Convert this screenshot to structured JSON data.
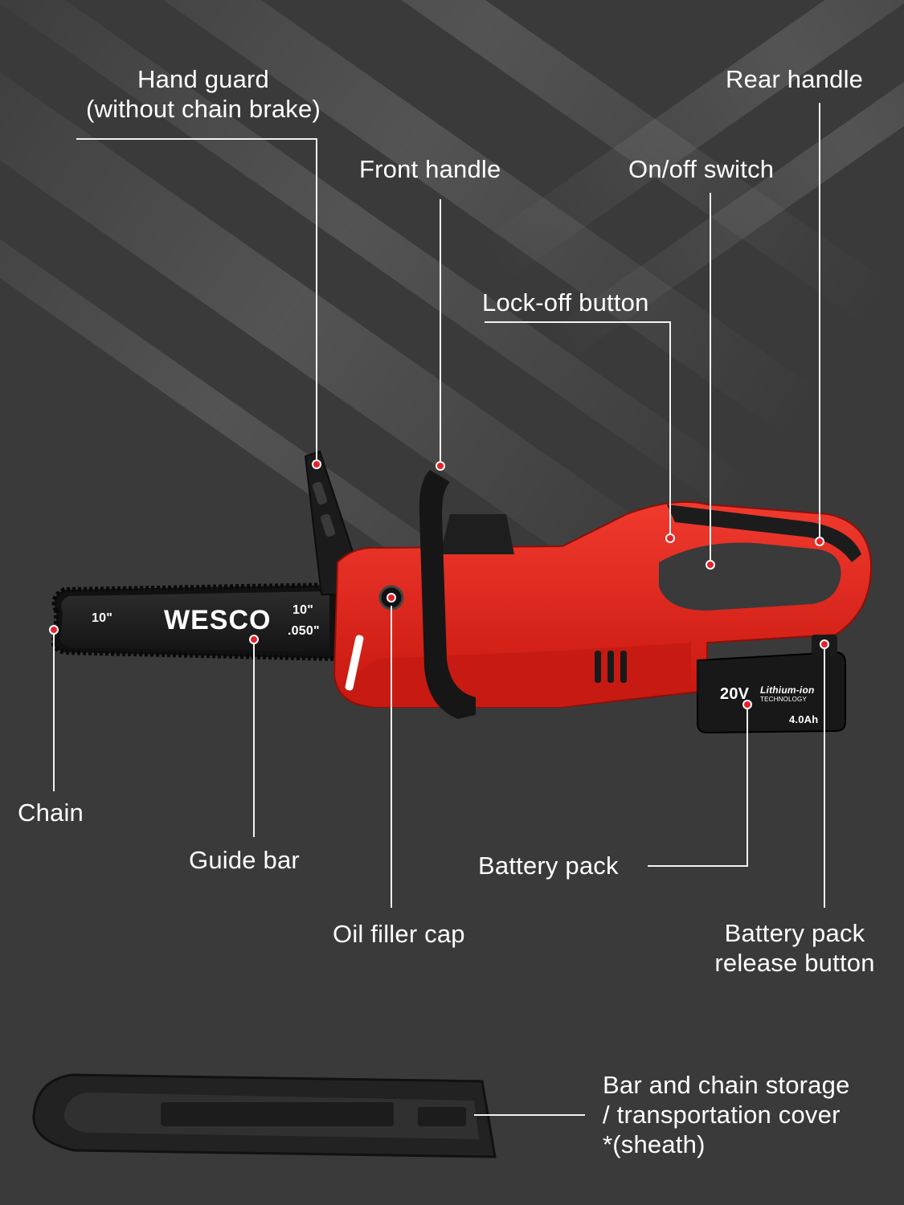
{
  "colors": {
    "background": "#3a3a3a",
    "body_red": "#e3231f",
    "dark_plastic": "#1e1e1e",
    "label_text": "#ffffff",
    "dot": "#e8202a"
  },
  "labels": {
    "hand_guard": [
      "Hand guard",
      "(without chain brake)"
    ],
    "rear_handle": "Rear handle",
    "front_handle": "Front handle",
    "on_off_switch": "On/off switch",
    "lock_off_button": "Lock-off button",
    "chain": "Chain",
    "guide_bar": "Guide bar",
    "battery_pack": "Battery pack",
    "oil_filler_cap": "Oil filler cap",
    "battery_release": [
      "Battery pack",
      "release button"
    ],
    "sheath": [
      "Bar and chain storage",
      "/ transportation cover",
      "*(sheath)"
    ]
  },
  "product_markings": {
    "bar_brand": "WESCO",
    "bar_length_left": "10\"",
    "bar_length": "10\"",
    "bar_gauge": ".050\"",
    "battery_voltage": "20V",
    "battery_chem": "Lithium-ion",
    "battery_tech": "TECHNOLOGY",
    "battery_capacity": "4.0Ah"
  },
  "icons": [
    "chainsaw-illustration",
    "sheath-illustration",
    "callout-dot"
  ]
}
